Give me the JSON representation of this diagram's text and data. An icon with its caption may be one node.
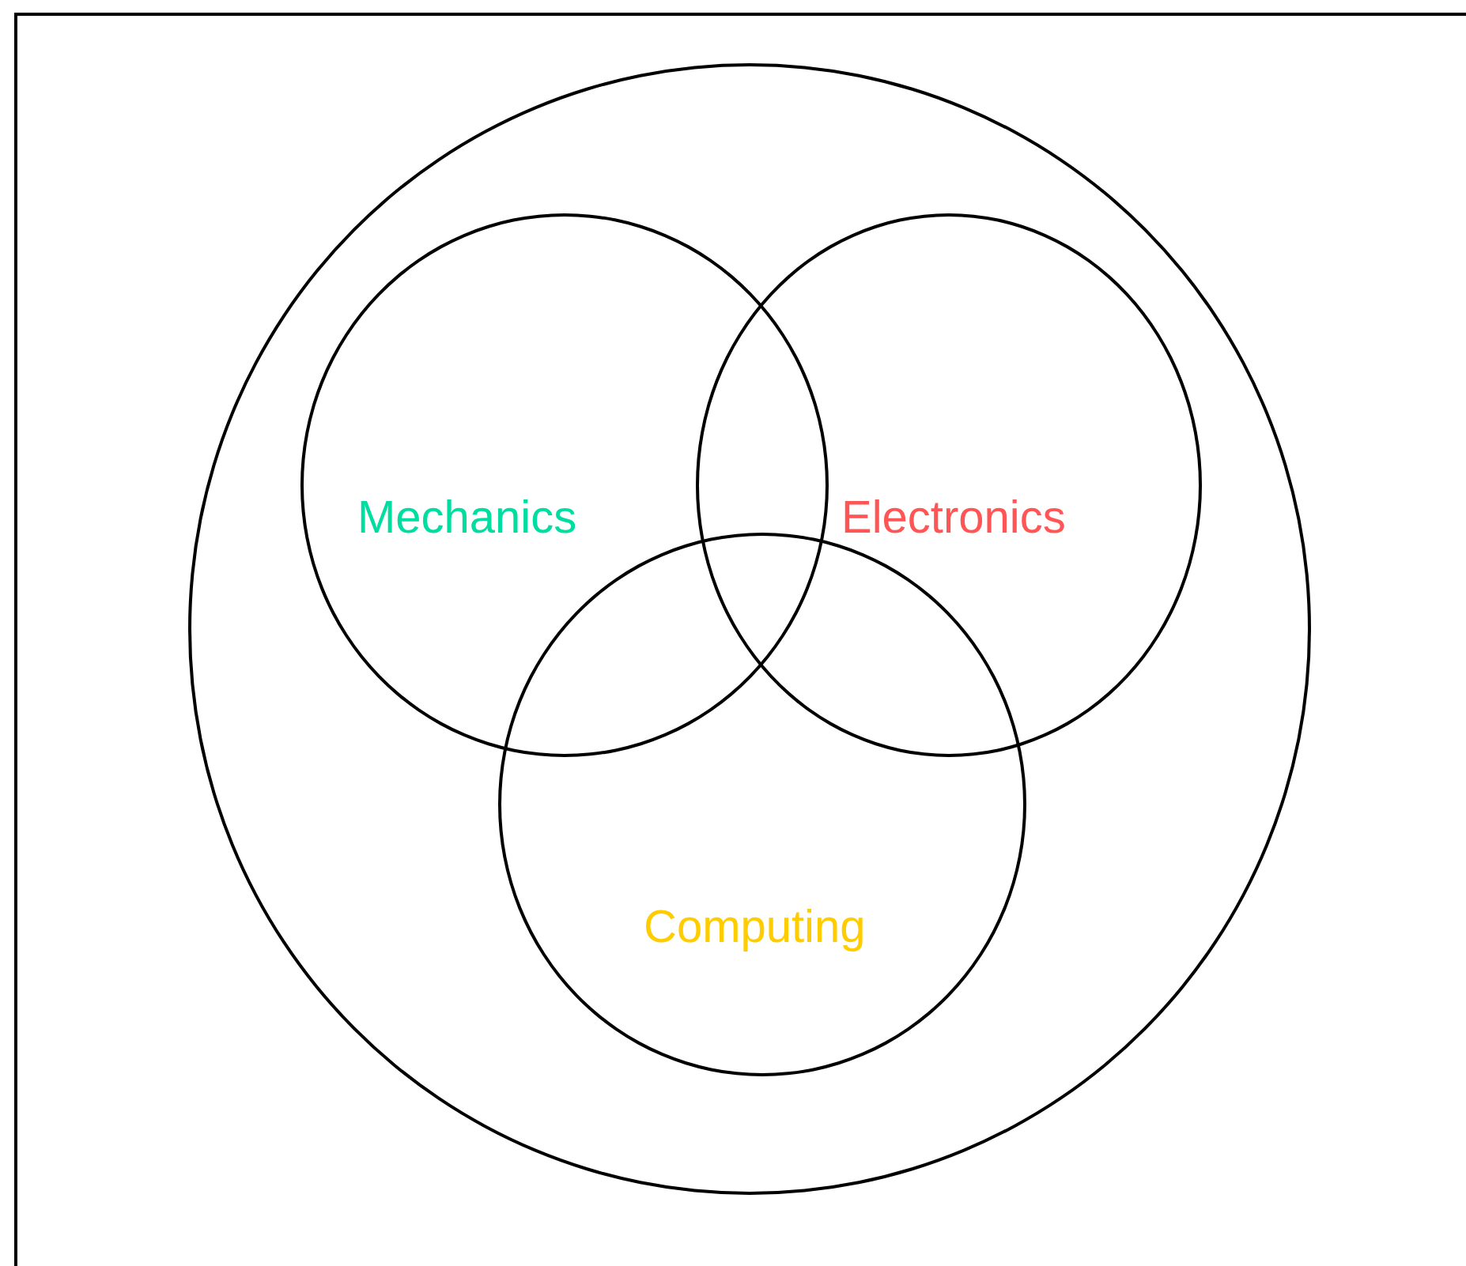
{
  "diagram": {
    "nodes": [
      {
        "text": [],
        "shape": "circle"
      },
      {
        "text": [
          "Mechanics"
        ],
        "in": 0
      },
      {
        "text": [
          "Electronics"
        ],
        "in": 0
      },
      {
        "text": [
          "Computing"
        ],
        "in": 0
      }
    ]
  }
}
